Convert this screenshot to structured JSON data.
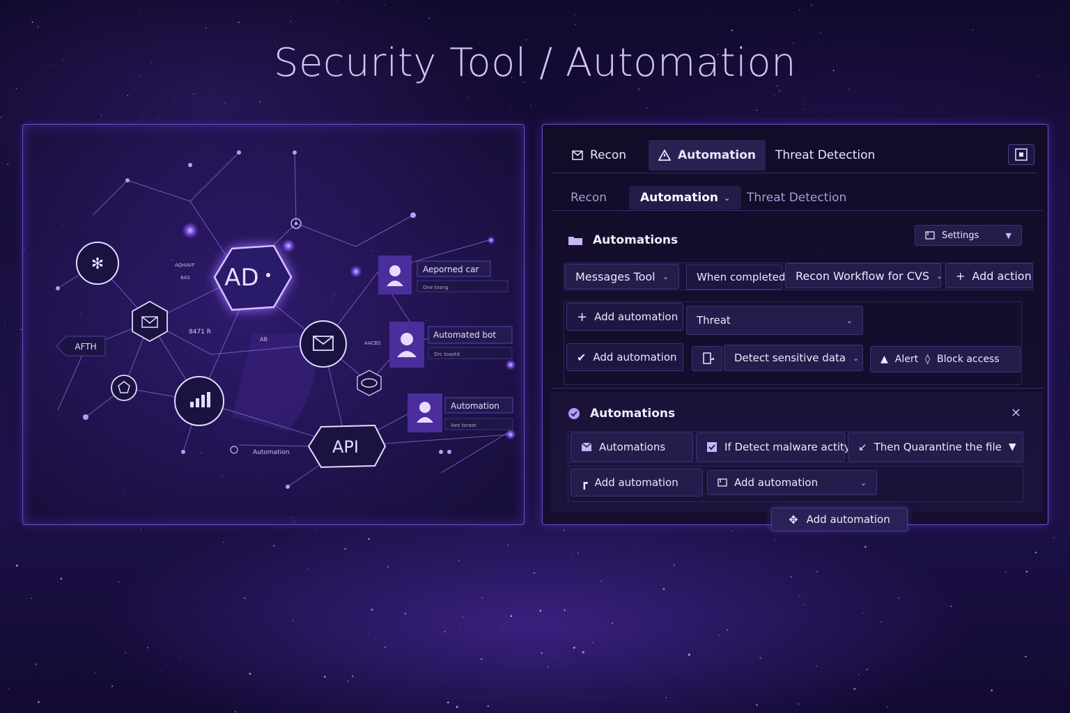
{
  "page": {
    "title": "Security Tool / Automation"
  },
  "network": {
    "nodes": {
      "ad": "AD",
      "api": "API",
      "afth": "AFTH",
      "automation": "Automation",
      "small_a": "AQHAVF",
      "small_b": "8AS",
      "small_c": "8471 R",
      "small_d": "AB",
      "small_e": "AACBS"
    },
    "cards": [
      {
        "title": "Aeporned car",
        "sub": "One toang"
      },
      {
        "title": "Automated bot",
        "sub": "Drc toaotd"
      },
      {
        "title": "Automation",
        "sub": "Aee toraot"
      }
    ]
  },
  "panel": {
    "tabs": [
      {
        "label": "Recon"
      },
      {
        "label": "Automation"
      },
      {
        "label": "Threat Detection"
      }
    ],
    "subtabs": [
      {
        "label": "Recon"
      },
      {
        "label": "Automation"
      },
      {
        "label": "Threat Detection"
      }
    ],
    "section1": {
      "title": "Automations",
      "settings_label": "Settings",
      "row1": {
        "messages_tool": "Messages Tool",
        "when_completed": "When completed",
        "workflow": "Recon Workflow for CVS",
        "add_action": "Add action"
      },
      "row2": {
        "add_automation": "Add automation",
        "threat": "Threat"
      },
      "row3": {
        "add_automation": "Add automation",
        "detect": "Detect sensitive data",
        "alert": "Alert",
        "block": "Block access"
      }
    },
    "section2": {
      "title": "Automations",
      "row1": {
        "automations": "Automations",
        "if_detect": "If Detect malware actity",
        "then": "Then Quarantine the file"
      },
      "row2": {
        "add_automation_a": "Add automation",
        "add_automation_b": "Add automation"
      }
    },
    "floating_add": "Add automation"
  },
  "colors": {
    "accent": "#8a5cff",
    "panel_border": "#6b4fc9",
    "background": "#1a0f40"
  }
}
